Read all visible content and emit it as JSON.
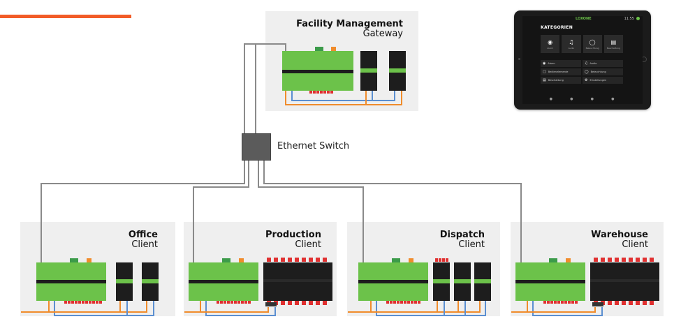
{
  "gateway": {
    "title": "Facility Management",
    "subtitle": "Gateway"
  },
  "switch": {
    "label": "Ethernet Switch"
  },
  "clients": [
    {
      "title": "Office",
      "subtitle": "Client"
    },
    {
      "title": "Production",
      "subtitle": "Client"
    },
    {
      "title": "Dispatch",
      "subtitle": "Client"
    },
    {
      "title": "Warehouse",
      "subtitle": "Client"
    }
  ],
  "tablet": {
    "logo": "LOXONE",
    "time": "11:55",
    "heading": "KATEGORIEN",
    "tiles": [
      {
        "icon": "alarm-icon",
        "label": "Alarm"
      },
      {
        "icon": "music-icon",
        "label": "Audio"
      },
      {
        "icon": "bulb-icon",
        "label": "Beleuchtung"
      },
      {
        "icon": "shade-icon",
        "label": "Beschattung"
      }
    ],
    "rows": [
      {
        "icon": "alarm-icon",
        "label": "Alarm"
      },
      {
        "icon": "music-icon",
        "label": "Audio"
      },
      {
        "icon": "doc-icon",
        "label": "Bedienelemente"
      },
      {
        "icon": "bulb-icon",
        "label": "Beleuchtung"
      },
      {
        "icon": "shade-icon",
        "label": "Beschattung"
      },
      {
        "icon": "gear-icon",
        "label": "Einstellungen"
      }
    ]
  },
  "colors": {
    "accent": "#f25c28",
    "miniserver": "#6cc24a",
    "panel": "#efefef",
    "wire_gray": "#8a8a8a",
    "wire_orange": "#f08c2c",
    "wire_blue": "#5b8fd1"
  }
}
